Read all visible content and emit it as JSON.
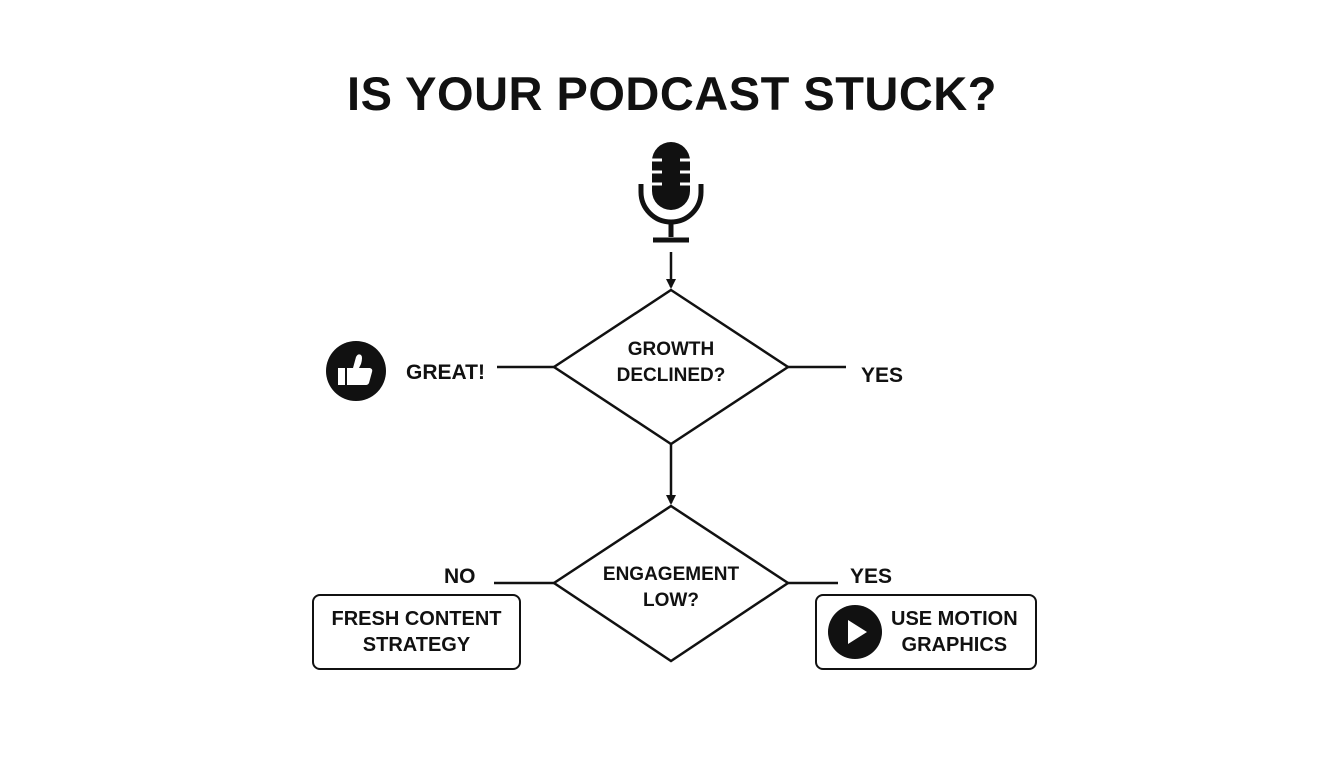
{
  "title": "IS YOUR PODCAST STUCK?",
  "nodes": {
    "decision_growth": {
      "line1": "GROWTH",
      "line2": "DECLINED?"
    },
    "decision_engagement": {
      "line1": "ENGAGEMENT",
      "line2": "LOW?"
    },
    "box_fresh_content": {
      "line1": "FRESH CONTENT",
      "line2": "STRATEGY"
    },
    "box_motion_graphics": {
      "line1": "USE MOTION",
      "line2": "GRAPHICS"
    }
  },
  "labels": {
    "great": "GREAT!",
    "yes_growth": "YES",
    "no_engagement": "NO",
    "yes_engagement": "YES"
  },
  "icons": {
    "start": "microphone-icon",
    "great": "thumbs-up-icon",
    "motion": "play-icon"
  },
  "colors": {
    "ink": "#111111",
    "background": "#ffffff"
  }
}
